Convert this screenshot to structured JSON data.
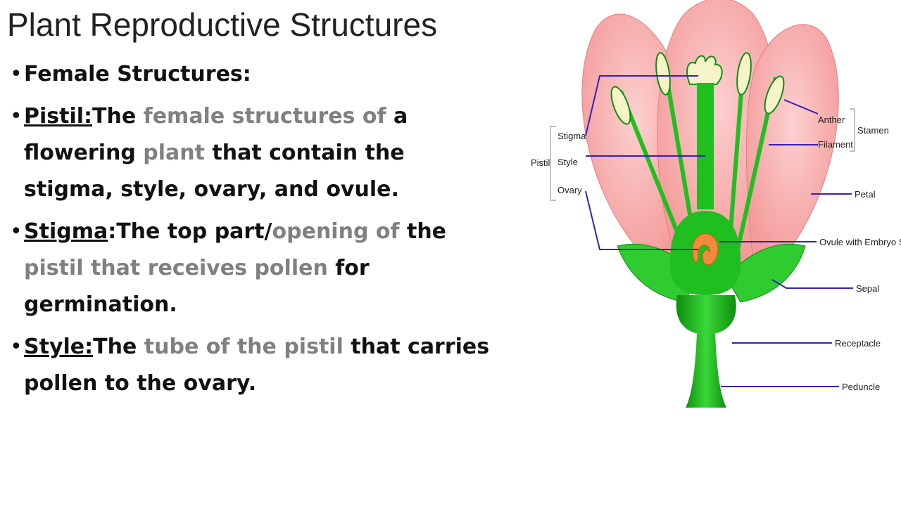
{
  "slide": {
    "title": "Plant Reproductive Structures",
    "bullets": [
      {
        "parts": [
          "Female Structures:"
        ]
      },
      {
        "parts": [
          "Pistil:",
          "The ",
          "female structures of",
          " a",
          "flowering ",
          "plant",
          " that contain the",
          "stigma, style, ovary, and ovule."
        ]
      },
      {
        "parts": [
          "Stigma",
          ":The top part/",
          "opening of",
          " the",
          "pistil that receives pollen",
          " for",
          "germination."
        ]
      },
      {
        "parts": [
          "Style:",
          "The ",
          "tube of the pistil",
          " that carries",
          "pollen to the ovary."
        ]
      }
    ]
  },
  "diagram": {
    "labels": {
      "anther": "Anther",
      "filament": "Filament",
      "stamen": "Stamen",
      "stigma": "Stigma",
      "style": "Style",
      "ovary": "Ovary",
      "pistil": "Pistil",
      "petal": "Petal",
      "ovule": "Ovule with Embryo Sac",
      "sepal": "Sepal",
      "receptacle": "Receptacle",
      "peduncle": "Peduncle"
    },
    "colors": {
      "petal": "#f49a9a",
      "petal_light": "#fcd0d0",
      "green": "#1fbf1f",
      "dark_green": "#0d8f0d",
      "anther": "#f6f3c8",
      "ovule": "#f28a3c",
      "line": "#3b1fb3"
    }
  }
}
